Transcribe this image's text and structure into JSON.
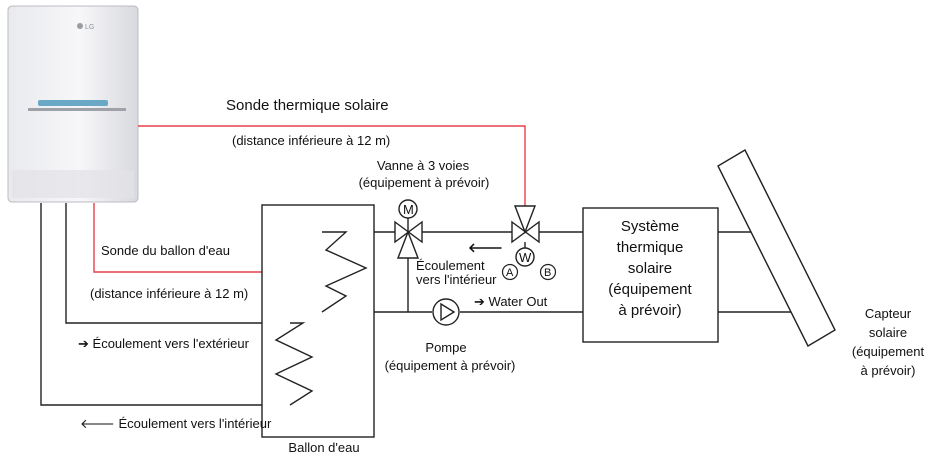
{
  "unit": {
    "logo_text": "LG"
  },
  "labels": {
    "solar_sensor": "Sonde thermique solaire",
    "solar_sensor_distance": "(distance inférieure à 12 m)",
    "three_way_valve": "Vanne à 3 voies",
    "three_way_valve_supply": "(équipement à prévoir)",
    "tank_sensor": "Sonde du ballon d'eau",
    "tank_sensor_distance": "(distance inférieure à 12 m)",
    "flow_to_outdoor": "Écoulement vers l'extérieur",
    "flow_to_indoor_bottom": "Écoulement vers l'intérieur",
    "flow_to_indoor_valve_1": "Écoulement",
    "flow_to_indoor_valve_2": "vers l'intérieur",
    "water_out": "Water Out",
    "pump": "Pompe",
    "pump_supply": "(équipement à prévoir)",
    "tank": "Ballon d'eau",
    "port_a": "A",
    "port_b": "B",
    "valve_motor": "M",
    "valve_w": "W",
    "solar_system": [
      "Système",
      "thermique",
      "solaire",
      "(équipement",
      "à prévoir)"
    ],
    "collector": [
      "Capteur",
      "solaire",
      "(équipement",
      "à prévoir)"
    ]
  },
  "arrows": {
    "right": "➔",
    "left": "🡐"
  },
  "colors": {
    "sensor_wire": "#e8404a",
    "sensor_block": "#e0202a",
    "pipe": "#222222"
  }
}
